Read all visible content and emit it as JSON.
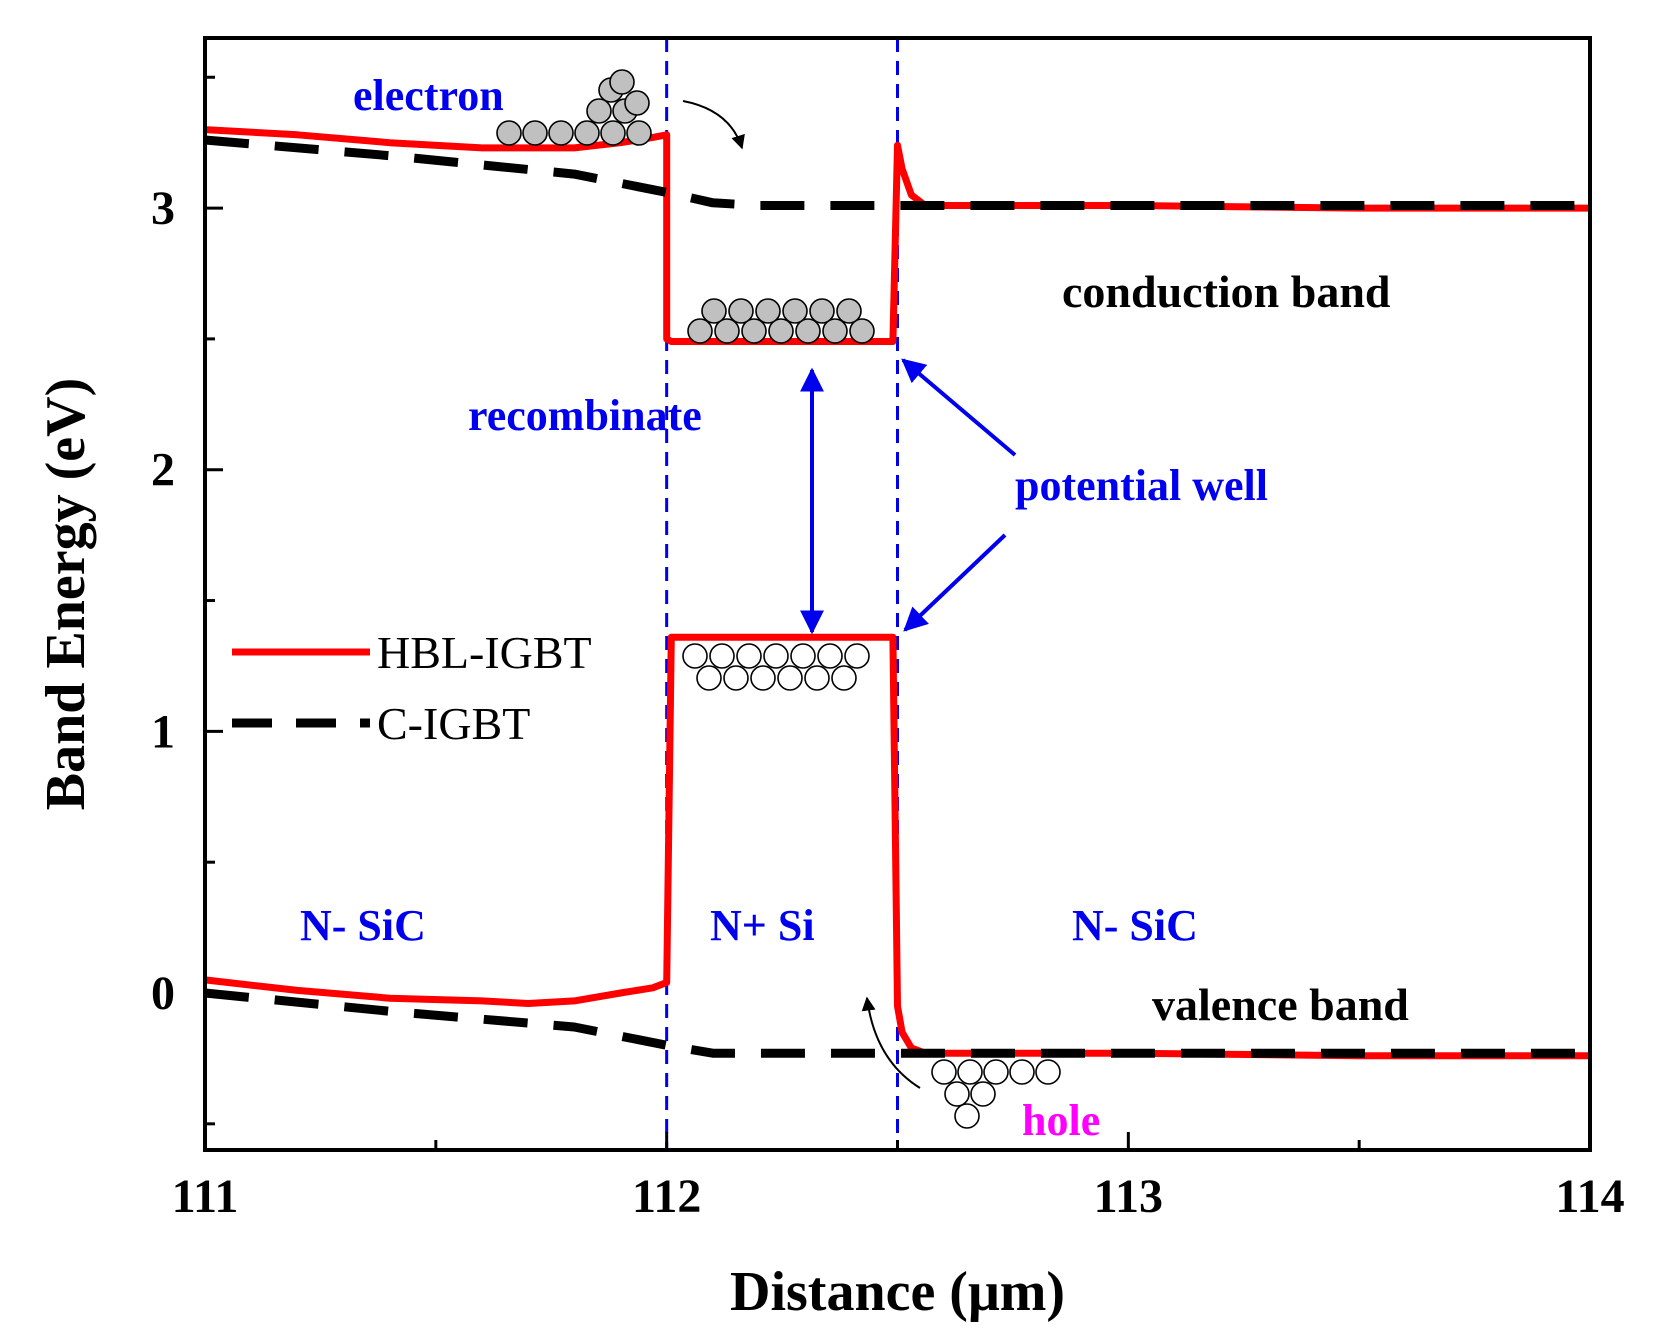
{
  "chart_data": {
    "type": "line",
    "title": "",
    "xlabel": "Distance (μm)",
    "ylabel": "Band Energy (eV)",
    "xlim": [
      111,
      114
    ],
    "ylim": [
      -0.6,
      3.65
    ],
    "x_ticks": [
      111,
      112,
      113,
      114
    ],
    "y_ticks": [
      0,
      1,
      2,
      3
    ],
    "grid": false,
    "legend_position": "middle-left",
    "colors": {
      "hbl": "#ff0000",
      "cigbt": "#000000",
      "annotation": "#0000ee",
      "hole": "#ff00ff",
      "carrier_fill": "#c0c0c0"
    },
    "series": [
      {
        "name": "HBL-IGBT",
        "style": "solid",
        "band": "conduction",
        "x": [
          111.0,
          111.2,
          111.4,
          111.6,
          111.8,
          111.9,
          111.97,
          112.0,
          112.0,
          112.01,
          112.3,
          112.49,
          112.5,
          112.51,
          112.53,
          112.56,
          112.6,
          113.0,
          113.5,
          114.0
        ],
        "y": [
          3.3,
          3.28,
          3.25,
          3.23,
          3.23,
          3.25,
          3.27,
          3.28,
          2.5,
          2.49,
          2.49,
          2.49,
          3.24,
          3.15,
          3.05,
          3.01,
          3.01,
          3.01,
          3.0,
          3.0
        ]
      },
      {
        "name": "HBL-IGBT",
        "style": "solid",
        "band": "valence",
        "x": [
          111.0,
          111.2,
          111.4,
          111.6,
          111.7,
          111.8,
          111.9,
          111.97,
          112.0,
          112.01,
          112.01,
          112.3,
          112.49,
          112.5,
          112.51,
          112.53,
          112.56,
          112.6,
          113.0,
          113.5,
          114.0
        ],
        "y": [
          0.05,
          0.01,
          -0.02,
          -0.03,
          -0.04,
          -0.03,
          0.0,
          0.02,
          0.04,
          1.36,
          1.36,
          1.36,
          1.36,
          -0.05,
          -0.15,
          -0.21,
          -0.23,
          -0.23,
          -0.23,
          -0.24,
          -0.24
        ]
      },
      {
        "name": "C-IGBT",
        "style": "dashed",
        "band": "conduction",
        "x": [
          111.0,
          111.4,
          111.8,
          112.0,
          112.1,
          112.2,
          112.5,
          113.0,
          114.0
        ],
        "y": [
          3.26,
          3.2,
          3.13,
          3.06,
          3.02,
          3.01,
          3.01,
          3.01,
          3.01
        ]
      },
      {
        "name": "C-IGBT",
        "style": "dashed",
        "band": "valence",
        "x": [
          111.0,
          111.4,
          111.8,
          112.0,
          112.1,
          112.2,
          112.5,
          113.0,
          114.0
        ],
        "y": [
          0.0,
          -0.07,
          -0.13,
          -0.2,
          -0.23,
          -0.23,
          -0.23,
          -0.23,
          -0.23
        ]
      }
    ],
    "vlines": [
      112.0,
      112.5
    ],
    "annotations": {
      "electron": "electron",
      "recombinate": "recombinate",
      "potential_well": "potential well",
      "conduction_band": "conduction band",
      "valence_band": "valence band",
      "hole": "hole",
      "region_left": "N- SiC",
      "region_mid": "N+ Si",
      "region_right": "N- SiC"
    }
  }
}
